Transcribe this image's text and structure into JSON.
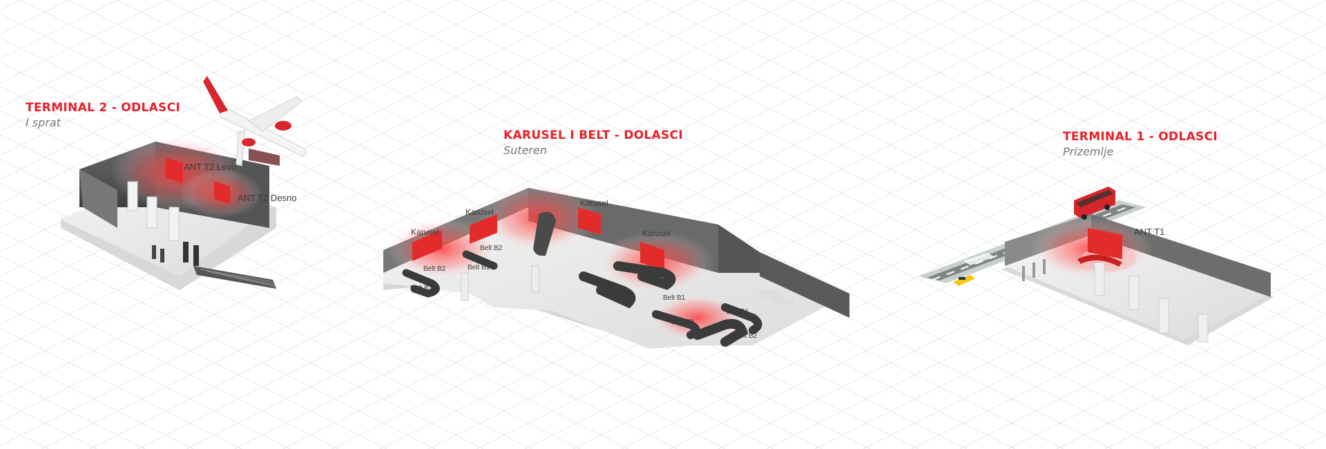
{
  "colors": {
    "accent": "#e8202a",
    "subtitle": "#777777",
    "grid": "#e6e6e6",
    "floor": "#eeeeee",
    "wall": "#5f5f5f",
    "belt": "#3b3b3b"
  },
  "areas": {
    "terminal2": {
      "title": "TERMINAL 2 - ODLASCI",
      "subtitle": "I sprat",
      "labels": {
        "ant_levo": "ANT T2 Levo",
        "ant_desno": "ANT T2 Desno"
      }
    },
    "karusel": {
      "title": "KARUSEL I BELT - DOLASCI",
      "subtitle": "Suteren",
      "labels": {
        "karusel_1": "Karusel",
        "karusel_2": "Karusel",
        "karusel_3": "Karusel",
        "karusel_4": "Karusel",
        "belt_b2_1": "Belt B2",
        "belt_b1_1": "Belt B1",
        "belt_b2_2": "Belt B2",
        "belt_b1_2": "Belt B1",
        "belt_b1_3": "Belt B1",
        "belt_b2_3": "Belt B2",
        "belt_b1_4": "Belt B1",
        "belt_b2_4": "Belt B2"
      }
    },
    "terminal1": {
      "title": "TERMINAL 1 - ODLASCI",
      "subtitle": "Prizemlje",
      "labels": {
        "ant_t1": "ANT T1"
      }
    }
  }
}
